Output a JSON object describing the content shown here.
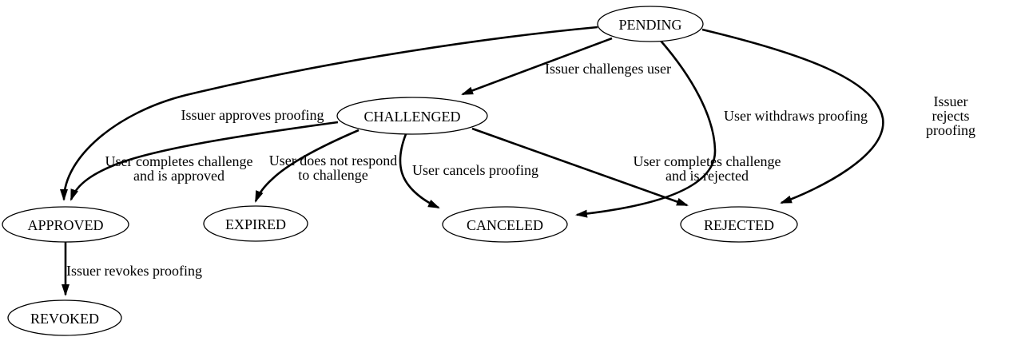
{
  "diagram": {
    "type": "state-diagram",
    "colors": {
      "ink": "#000000",
      "background": "#ffffff"
    },
    "nodes": [
      {
        "id": "pending",
        "label": "PENDING"
      },
      {
        "id": "challenged",
        "label": "CHALLENGED"
      },
      {
        "id": "approved",
        "label": "APPROVED"
      },
      {
        "id": "expired",
        "label": "EXPIRED"
      },
      {
        "id": "canceled",
        "label": "CANCELED"
      },
      {
        "id": "rejected",
        "label": "REJECTED"
      },
      {
        "id": "revoked",
        "label": "REVOKED"
      }
    ],
    "edges": [
      {
        "from": "PENDING",
        "to": "CHALLENGED",
        "label": "Issuer challenges user"
      },
      {
        "from": "PENDING",
        "to": "APPROVED",
        "label": "Issuer approves proofing"
      },
      {
        "from": "PENDING",
        "to": "CANCELED",
        "label": "User withdraws proofing"
      },
      {
        "from": "PENDING",
        "to": "REJECTED",
        "label": "Issuer rejects proofing"
      },
      {
        "from": "CHALLENGED",
        "to": "APPROVED",
        "label": "User completes challenge\nand is approved"
      },
      {
        "from": "CHALLENGED",
        "to": "EXPIRED",
        "label": "User does not respond\nto challenge"
      },
      {
        "from": "CHALLENGED",
        "to": "CANCELED",
        "label": "User cancels proofing"
      },
      {
        "from": "CHALLENGED",
        "to": "REJECTED",
        "label": "User completes challenge\nand is rejected"
      },
      {
        "from": "APPROVED",
        "to": "REVOKED",
        "label": "Issuer revokes proofing"
      }
    ]
  }
}
